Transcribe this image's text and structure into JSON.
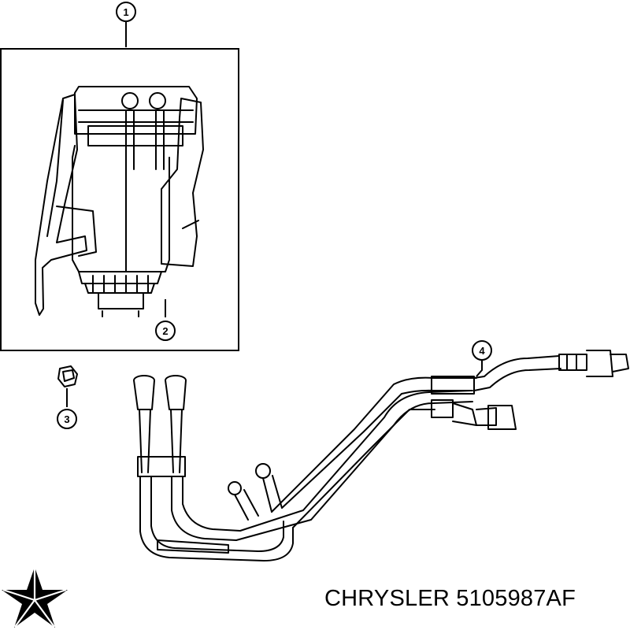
{
  "callouts": [
    {
      "id": "1",
      "label": "1"
    },
    {
      "id": "2",
      "label": "2"
    },
    {
      "id": "3",
      "label": "3"
    },
    {
      "id": "4",
      "label": "4"
    }
  ],
  "caption": "CHRYSLER 5105987AF",
  "logo": {
    "name": "chrysler-pentastar-logo",
    "color": "#000000"
  },
  "line_color": "#000000",
  "background": "#ffffff"
}
